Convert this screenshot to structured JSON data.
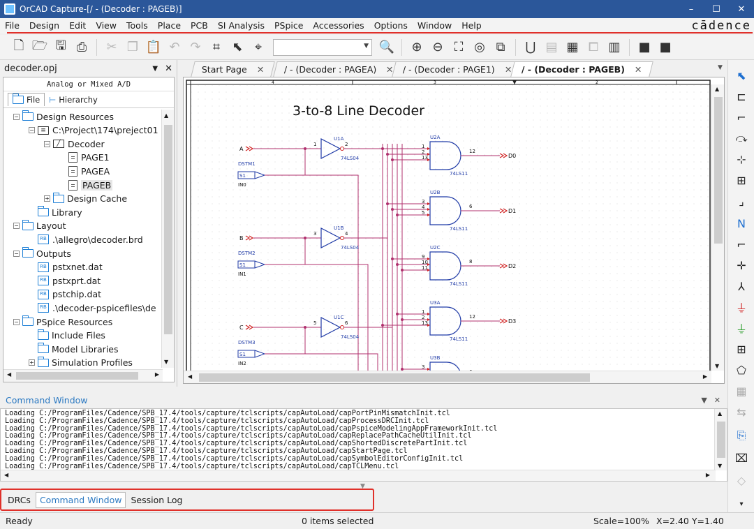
{
  "window": {
    "title": "OrCAD Capture-[/ - (Decoder : PAGEB)]",
    "controls": [
      "–",
      "☐",
      "✕"
    ]
  },
  "menu": {
    "items": [
      "File",
      "Design",
      "Edit",
      "View",
      "Tools",
      "Place",
      "PCB",
      "SI Analysis",
      "PSpice",
      "Accessories",
      "Options",
      "Window",
      "Help"
    ],
    "brand": "cādence"
  },
  "toolbar": {
    "combo_value": "",
    "icons": [
      "new-icon",
      "open-icon",
      "save-icon",
      "print-icon",
      "cut-icon",
      "copy-icon",
      "paste-icon",
      "undo-icon",
      "redo-icon",
      "netlist-icon",
      "pointer-icon",
      "grid-icon",
      "search-icon",
      "zoom-in-icon",
      "zoom-out-icon",
      "zoom-area-icon",
      "zoom-all-icon",
      "zoom-fit-icon",
      "magnet-icon",
      "drc-icon",
      "bom-icon",
      "netlist2-icon",
      "crossref-icon",
      "pcb-icon",
      "pspice-icon"
    ]
  },
  "project_panel": {
    "title": "decoder.opj",
    "header_label": "Analog or Mixed A/D",
    "tabs": [
      "File",
      "Hierarchy"
    ],
    "tree": [
      {
        "label": "Design Resources",
        "indent": 0,
        "kind": "folder",
        "exp": "-"
      },
      {
        "label": "C:\\Project\\174\\preject01",
        "indent": 1,
        "kind": "sch",
        "exp": "-"
      },
      {
        "label": "Decoder",
        "indent": 2,
        "kind": "folder-sch",
        "exp": "-"
      },
      {
        "label": "PAGE1",
        "indent": 3,
        "kind": "file",
        "exp": ""
      },
      {
        "label": "PAGEA",
        "indent": 3,
        "kind": "file",
        "exp": ""
      },
      {
        "label": "PAGEB",
        "indent": 3,
        "kind": "file",
        "exp": "",
        "selected": true
      },
      {
        "label": "Design Cache",
        "indent": 2,
        "kind": "folder",
        "exp": "+"
      },
      {
        "label": "Library",
        "indent": 1,
        "kind": "folder",
        "exp": ""
      },
      {
        "label": "Layout",
        "indent": 0,
        "kind": "folder",
        "exp": "-"
      },
      {
        "label": ".\\allegro\\decoder.brd",
        "indent": 1,
        "kind": "rb",
        "exp": ""
      },
      {
        "label": "Outputs",
        "indent": 0,
        "kind": "folder",
        "exp": "-"
      },
      {
        "label": "pstxnet.dat",
        "indent": 1,
        "kind": "rb",
        "exp": ""
      },
      {
        "label": "pstxprt.dat",
        "indent": 1,
        "kind": "rb",
        "exp": ""
      },
      {
        "label": "pstchip.dat",
        "indent": 1,
        "kind": "rb",
        "exp": ""
      },
      {
        "label": ".\\decoder-pspicefiles\\de",
        "indent": 1,
        "kind": "rb",
        "exp": ""
      },
      {
        "label": "PSpice Resources",
        "indent": 0,
        "kind": "folder",
        "exp": "-"
      },
      {
        "label": "Include Files",
        "indent": 1,
        "kind": "folder",
        "exp": ""
      },
      {
        "label": "Model Libraries",
        "indent": 1,
        "kind": "folder",
        "exp": ""
      },
      {
        "label": "Simulation Profiles",
        "indent": 1,
        "kind": "folder",
        "exp": "+"
      }
    ]
  },
  "doc_tabs": [
    {
      "label": "Start Page",
      "active": false
    },
    {
      "label": "/ - (Decoder : PAGEA)",
      "active": false
    },
    {
      "label": "/ - (Decoder : PAGE1)",
      "active": false
    },
    {
      "label": "/ - (Decoder : PAGEB)",
      "active": true
    }
  ],
  "schematic": {
    "title": "3-to-8 Line Decoder",
    "border_ticks": [
      "4",
      "3",
      "2"
    ],
    "inputs": [
      {
        "name": "A",
        "stim": "DSTM1",
        "stim_label": "S1 ",
        "net": "IN0",
        "inv_ref": "U1A",
        "inv_part": "74LS04",
        "pin_in": "1",
        "pin_out": "2"
      },
      {
        "name": "B",
        "stim": "DSTM2",
        "stim_label": "S1 ",
        "net": "IN1",
        "inv_ref": "U1B",
        "inv_part": "74LS04",
        "pin_in": "3",
        "pin_out": "4"
      },
      {
        "name": "C",
        "stim": "DSTM3",
        "stim_label": "S1 ",
        "net": "IN2",
        "inv_ref": "U1C",
        "inv_part": "74LS04",
        "pin_in": "5",
        "pin_out": "6"
      }
    ],
    "gates": [
      {
        "ref": "U2A",
        "part": "74LS11",
        "pins": [
          "1",
          "2",
          "13"
        ],
        "out_pin": "12",
        "out": "D0"
      },
      {
        "ref": "U2B",
        "part": "74LS11",
        "pins": [
          "3",
          "4",
          "5"
        ],
        "out_pin": "6",
        "out": "D1"
      },
      {
        "ref": "U2C",
        "part": "74LS11",
        "pins": [
          "9",
          "10",
          "11"
        ],
        "out_pin": "8",
        "out": "D2"
      },
      {
        "ref": "U3A",
        "part": "74LS11",
        "pins": [
          "1",
          "2",
          "13"
        ],
        "out_pin": "12",
        "out": "D3"
      },
      {
        "ref": "U3B",
        "part": "",
        "pins": [
          "3"
        ],
        "out_pin": "6",
        "out": ""
      }
    ]
  },
  "command_window": {
    "title": "Command Window",
    "lines": [
      "Loading C:/ProgramFiles/Cadence/SPB_17.4/tools/capture/tclscripts/capAutoLoad/capPortPinMismatchInit.tcl",
      "Loading C:/ProgramFiles/Cadence/SPB_17.4/tools/capture/tclscripts/capAutoLoad/capProcessDRCInit.tcl",
      "Loading C:/ProgramFiles/Cadence/SPB_17.4/tools/capture/tclscripts/capAutoLoad/capPspiceModelingAppFrameworkInit.tcl",
      "Loading C:/ProgramFiles/Cadence/SPB_17.4/tools/capture/tclscripts/capAutoLoad/capReplacePathCacheUtilInit.tcl",
      "Loading C:/ProgramFiles/Cadence/SPB_17.4/tools/capture/tclscripts/capAutoLoad/capShortedDiscretePartInit.tcl",
      "Loading C:/ProgramFiles/Cadence/SPB_17.4/tools/capture/tclscripts/capAutoLoad/capStartPage.tcl",
      "Loading C:/ProgramFiles/Cadence/SPB_17.4/tools/capture/tclscripts/capAutoLoad/capSymbolEditorConfigInit.tcl",
      "Loading C:/ProgramFiles/Cadence/SPB_17.4/tools/capture/tclscripts/capAutoLoad/capTCLMenu.tcl"
    ]
  },
  "bottom_tabs": [
    {
      "label": "DRCs",
      "active": false
    },
    {
      "label": "Command Window",
      "active": true
    },
    {
      "label": "Session Log",
      "active": false
    }
  ],
  "status": {
    "ready": "Ready",
    "selection": "0 items selected",
    "scale": "Scale=100%",
    "coords": "X=2.40  Y=1.40"
  },
  "colors": {
    "wire": "#b0306e",
    "component": "#1f3aa6",
    "label": "#1f3aa6",
    "highlight_box": "#e0302a",
    "titlebar": "#2b579a"
  }
}
